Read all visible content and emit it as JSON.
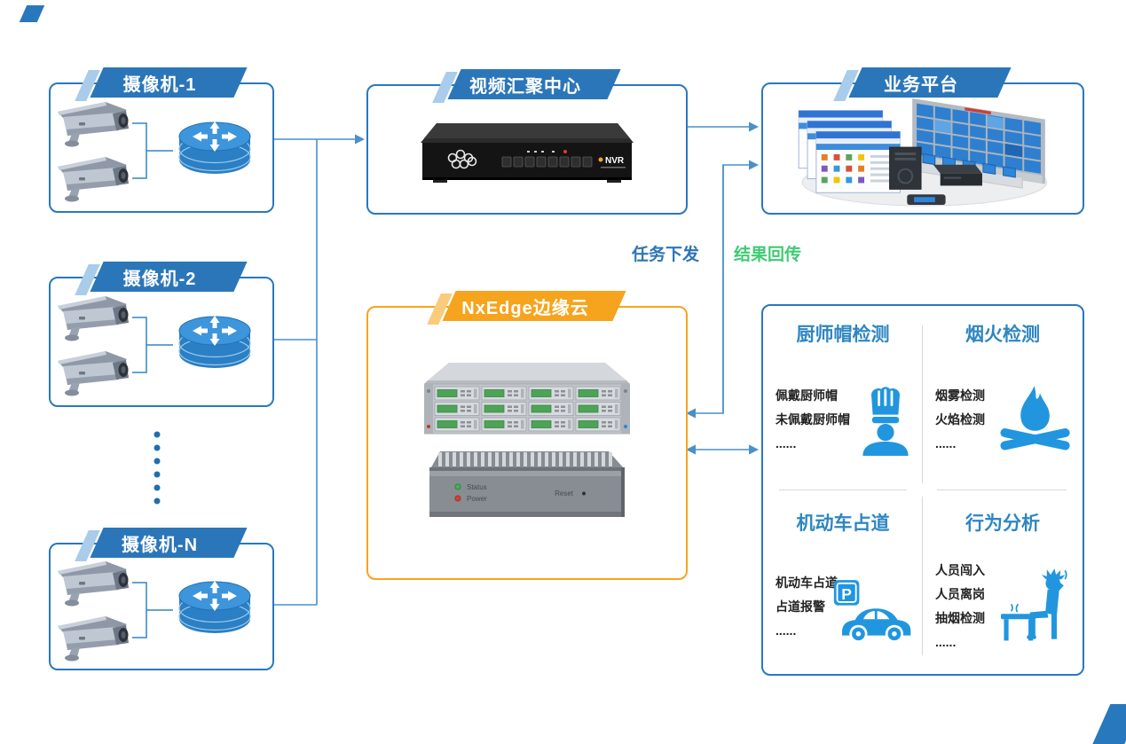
{
  "camera_boxes": [
    {
      "title": "摄像机-1"
    },
    {
      "title": "摄像机-2"
    },
    {
      "title": "摄像机-N"
    }
  ],
  "video_center": {
    "title": "视频汇聚中心",
    "nvr_brand": "NVR"
  },
  "platform": {
    "title": "业务平台"
  },
  "edge_cloud": {
    "title": "NxEdge边缘云",
    "status_led": "Status",
    "power_led": "Power",
    "reset_label": "Reset"
  },
  "flows": {
    "task_dispatch": "任务下发",
    "result_return": "结果回传"
  },
  "detect": {
    "quadrants": [
      {
        "title": "厨师帽检测",
        "icon": "chef-hat-icon",
        "items": [
          "佩戴厨师帽",
          "未佩戴厨师帽",
          "......"
        ]
      },
      {
        "title": "烟火检测",
        "icon": "bonfire-icon",
        "items": [
          "烟雾检测",
          "火焰检测",
          "......"
        ]
      },
      {
        "title": "机动车占道",
        "icon": "parking-car-icon",
        "sign": "P",
        "items": [
          "机动车占道",
          "占道报警",
          "......"
        ]
      },
      {
        "title": "行为分析",
        "icon": "smoking-person-icon",
        "items": [
          "人员闯入",
          "人员离岗",
          "抽烟检测",
          "......"
        ]
      }
    ]
  },
  "colors": {
    "box_border_blue": "#2878BE",
    "edge_border_orange": "#F6A41D",
    "banner_blue": "#2B76B9",
    "banner_blue_light": "#A8CCEA",
    "banner_orange": "#F6A41D",
    "banner_orange_light": "#FACB7C",
    "icon_blue": "#2196DF",
    "flow_blue": "#2E75B6",
    "flow_green": "#3ECB72",
    "line_blue": "#4A90C9",
    "dot_blue": "#1E6FAF",
    "quad_title_blue": "#2E86C1",
    "divider_gray": "#D9D9D9"
  }
}
